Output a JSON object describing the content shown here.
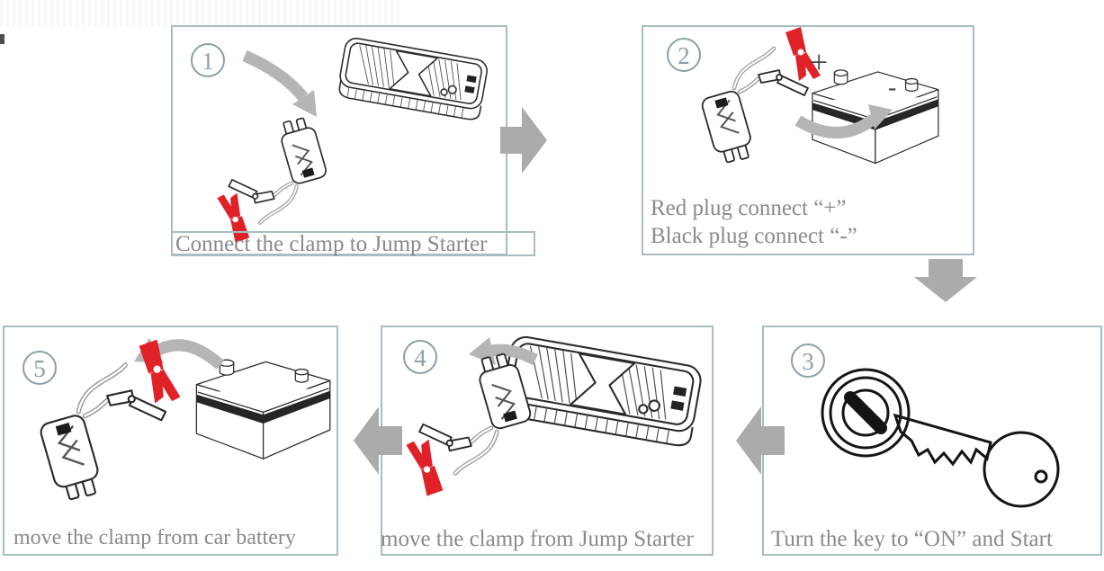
{
  "figure": {
    "type": "instruction-diagram",
    "subject": "Jump Starter usage steps",
    "steps": [
      {
        "number": "1",
        "caption": "Connect the clamp to Jump Starter"
      },
      {
        "number": "2",
        "captions": [
          "Red plug connect “+”",
          "Black plug connect “-”"
        ],
        "battery_labels": {
          "plus": "+",
          "minus": "-"
        }
      },
      {
        "number": "3",
        "caption": "Turn the key to “ON” and Start"
      },
      {
        "number": "4",
        "caption": "move the clamp from Jump Starter"
      },
      {
        "number": "5",
        "caption": "move the clamp from car battery"
      }
    ],
    "flow": [
      "step1-to-step2-right",
      "step2-to-step3-down",
      "step3-to-step4-left",
      "step4-to-step5-left"
    ],
    "colors": {
      "panel_border": "#a7bdc1",
      "caption_text": "#8a8a8a",
      "flow_arrow": "#ababab",
      "swoosh_arrow": "#b5b5b5",
      "red_clamp": "#e02128",
      "step_number": "#8ba0a6",
      "line_art": "#2a2a2a"
    }
  }
}
